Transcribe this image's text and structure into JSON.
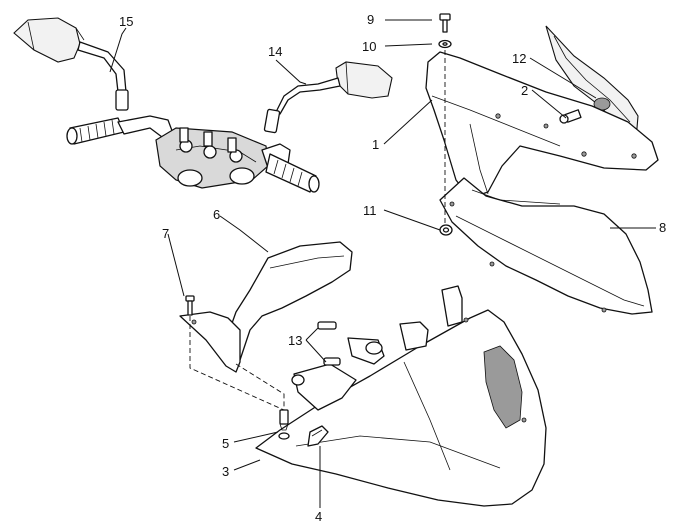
{
  "callouts": [
    "15",
    "14",
    "9",
    "10",
    "12",
    "2",
    "1",
    "11",
    "8",
    "7",
    "6",
    "13",
    "5",
    "3",
    "4"
  ],
  "parts": {
    "mirror_left": "mirror-left",
    "mirror_right": "mirror-right",
    "handlebar": "handlebar",
    "fairing": "upper-fairing",
    "windscreen": "windscreen",
    "inner_panel": "inner-panel",
    "side_panel": "lower-side-panel",
    "bracket": "support-bracket"
  }
}
